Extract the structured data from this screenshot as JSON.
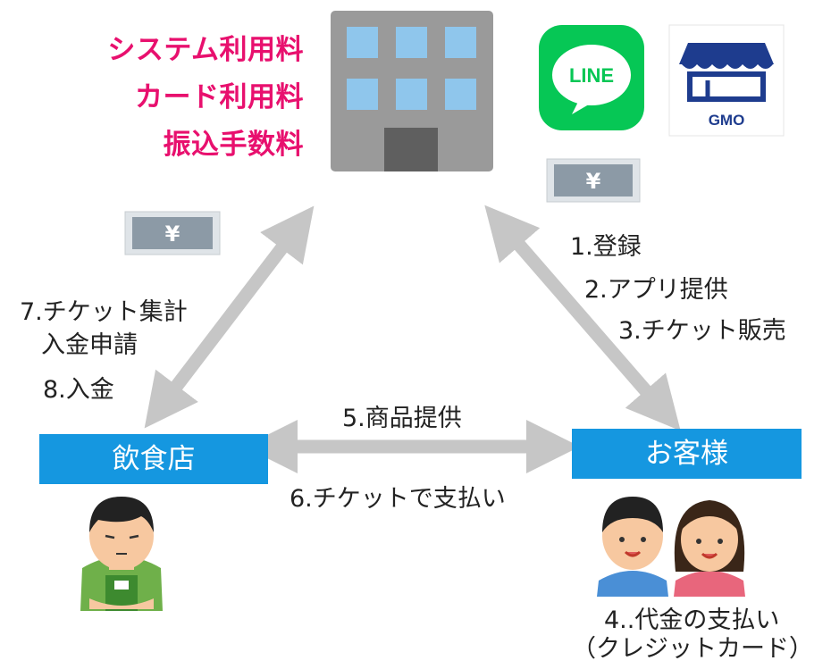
{
  "fees": [
    "システム利用料",
    "カード利用料",
    "振込手数料"
  ],
  "logos": {
    "line": "LINE",
    "gmo": "GMO"
  },
  "currency_symbol": "¥",
  "nodes": {
    "restaurant": "飲食店",
    "customer": "お客様"
  },
  "steps": {
    "s1": "1.登録",
    "s2": "2.アプリ提供",
    "s3": "3.チケット販売",
    "s4": "4..代金の支払い",
    "s4_note": "（クレジットカード）",
    "s5": "5.商品提供",
    "s6": "6.チケットで支払い",
    "s7": "7.チケット集計",
    "s7b": "入金申請",
    "s8": "8.入金"
  },
  "colors": {
    "fee_text": "#e8106e",
    "node_box": "#1597e0",
    "arrow": "#c6c6c6",
    "building": "#9a9a9a",
    "window": "#8fc6ec",
    "banknote": "#8c9aa6",
    "line_green": "#06c755",
    "gmo_blue": "#1e3c8e"
  }
}
